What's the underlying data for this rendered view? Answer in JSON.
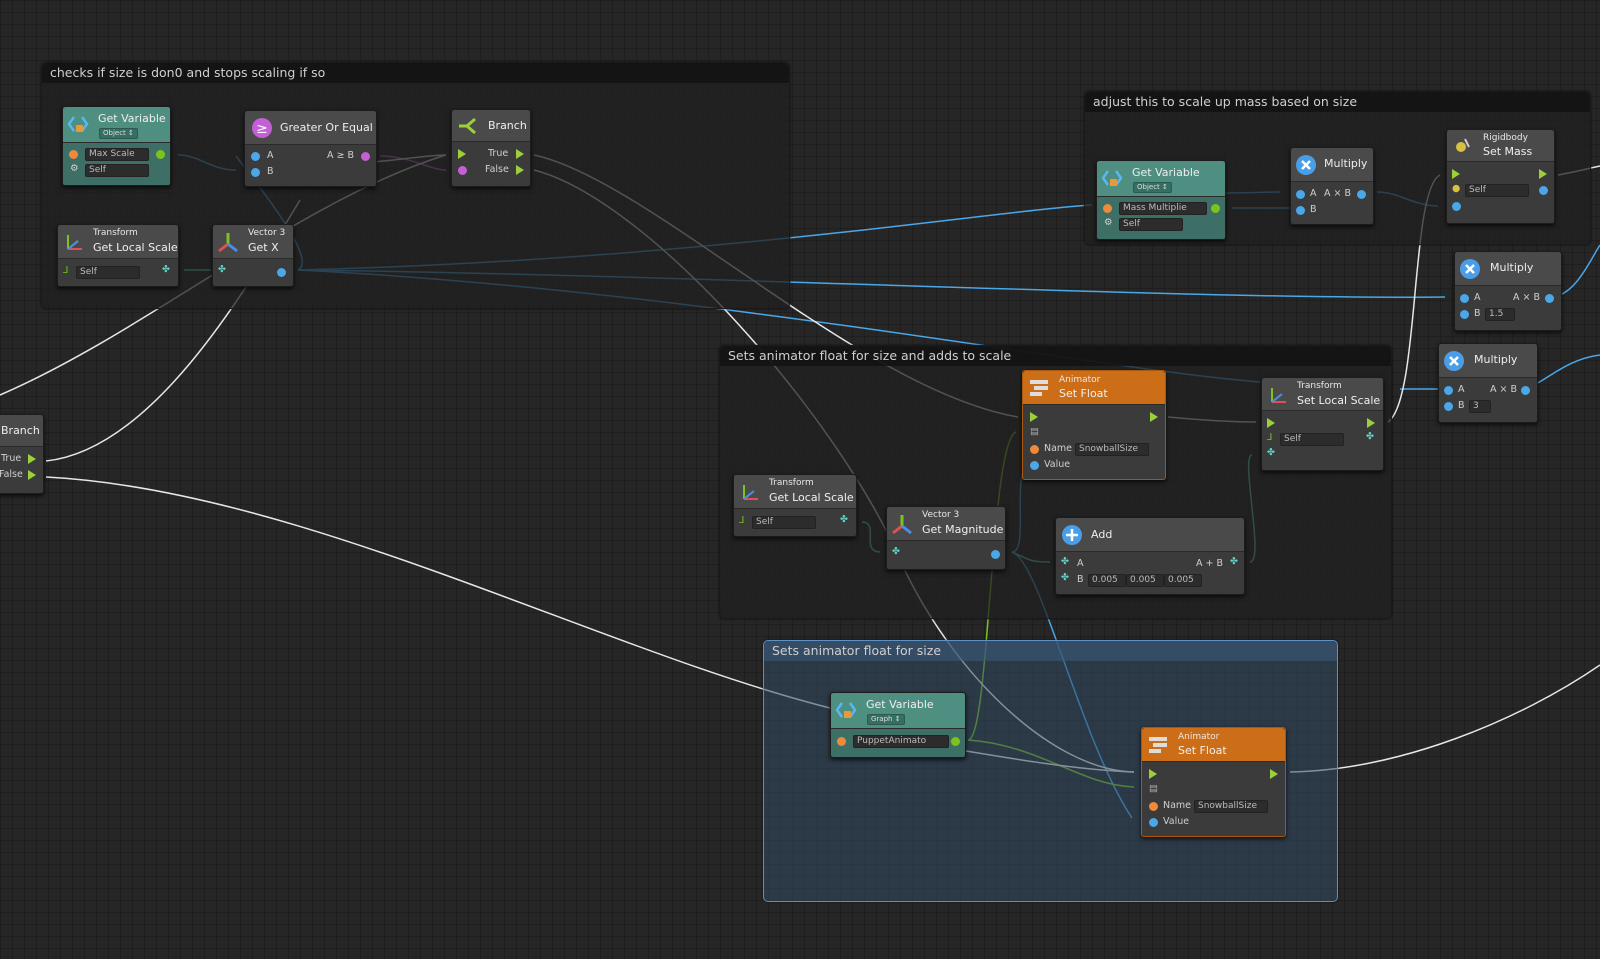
{
  "groups": [
    {
      "id": "g1",
      "title": "checks if size is don0 and stops scaling if so"
    },
    {
      "id": "g2",
      "title": "adjust this to scale up mass based on size"
    },
    {
      "id": "g3",
      "title": "Sets animator float for size and adds to scale"
    },
    {
      "id": "g4",
      "title": "Sets animator float for size"
    }
  ],
  "nodes": {
    "getvar1": {
      "title": "Get Variable",
      "badge": "Object ↕",
      "field": "Max Scale",
      "self": "Self"
    },
    "goe": {
      "title": "Greater Or Equal",
      "a": "A",
      "b": "B",
      "out": "A ≥ B"
    },
    "branch1": {
      "title": "Branch",
      "true": "True",
      "false": "False"
    },
    "tgls1": {
      "sub": "Transform",
      "title": "Get Local Scale",
      "self": "Self"
    },
    "v3x": {
      "sub": "Vector 3",
      "title": "Get X"
    },
    "getvar2": {
      "title": "Get Variable",
      "badge": "Object ↕",
      "field": "Mass Multiplie",
      "self": "Self"
    },
    "mul1": {
      "title": "Multiply",
      "a": "A",
      "b": "B",
      "out": "A × B"
    },
    "rbmass": {
      "sub": "Rigidbody",
      "title": "Set Mass",
      "self": "Self"
    },
    "mul2": {
      "title": "Multiply",
      "a": "A",
      "b": "B",
      "out": "A × B",
      "bval": "1.5"
    },
    "mul3": {
      "title": "Multiply",
      "a": "A",
      "b": "B",
      "out": "A × B",
      "bval": "3"
    },
    "branch0": {
      "title": "Branch",
      "true": "True",
      "false": "False"
    },
    "anim1": {
      "sub": "Animator",
      "title": "Set Float",
      "name_label": "Name",
      "name_val": "SnowballSize",
      "value_label": "Value"
    },
    "tsls": {
      "sub": "Transform",
      "title": "Set Local Scale",
      "self": "Self"
    },
    "tgls2": {
      "sub": "Transform",
      "title": "Get Local Scale",
      "self": "Self"
    },
    "v3mag": {
      "sub": "Vector 3",
      "title": "Get Magnitude"
    },
    "add": {
      "title": "Add",
      "a": "A",
      "b": "B",
      "out": "A + B",
      "bx": "0.005",
      "by": "0.005",
      "bz": "0.005"
    },
    "getvar3": {
      "title": "Get Variable",
      "badge": "Graph ↕",
      "field": "PuppetAnimato"
    },
    "anim2": {
      "sub": "Animator",
      "title": "Set Float",
      "name_label": "Name",
      "name_val": "SnowballSize",
      "value_label": "Value"
    }
  },
  "colors": {
    "background": "#262626",
    "flow": "#9bd03a",
    "float": "#4aa7e8",
    "object": "#ef8a3a",
    "bool": "#c45fd4",
    "vector": "#5fd3c4",
    "group_selected": "#5e8fc5",
    "animator": "#cc6e17",
    "variable": "#4f8f82"
  }
}
